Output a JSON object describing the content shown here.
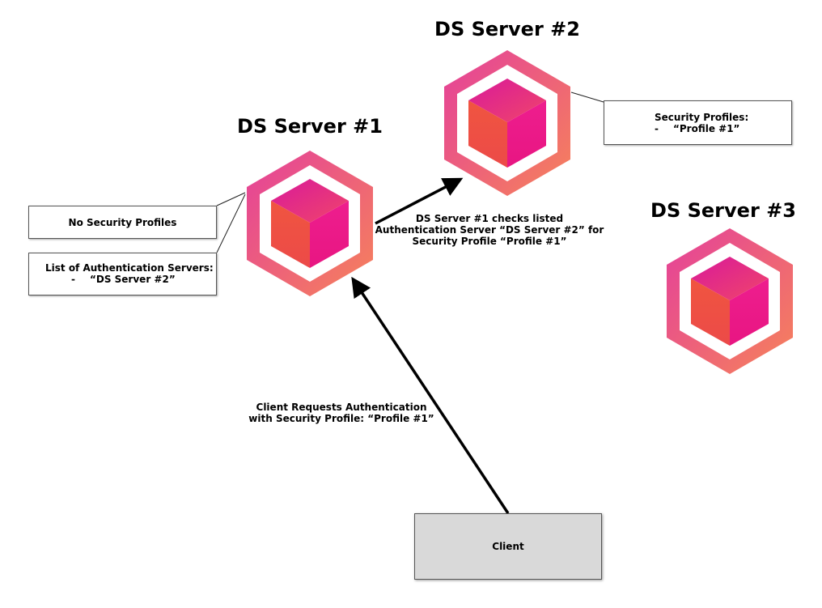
{
  "servers": [
    {
      "title": "DS Server #1"
    },
    {
      "title": "DS Server #2"
    },
    {
      "title": "DS Server #3"
    }
  ],
  "server1_no_profiles": "No Security Profiles",
  "server1_auth_list": {
    "heading": "List of Authentication Servers:",
    "bullet": "-",
    "item": "“DS Server #2”"
  },
  "server2_profiles": {
    "heading": "Security Profiles:",
    "bullet": "-",
    "item": "“Profile #1”"
  },
  "check_caption": {
    "line1": "DS Server #1 checks listed",
    "line2": "Authentication Server “DS Server #2” for",
    "line3": "Security Profile “Profile #1”"
  },
  "request_caption": {
    "line1": "Client Requests Authentication",
    "line2": "with Security Profile: “Profile #1”"
  },
  "client_label": "Client",
  "colors": {
    "ring_start": "#e8489e",
    "ring_end": "#f47a55",
    "cube_top": "#e72f8f",
    "cube_left": "#ef5240",
    "cube_right": "#ec1c8c",
    "client_fill": "#d9d9d9"
  }
}
